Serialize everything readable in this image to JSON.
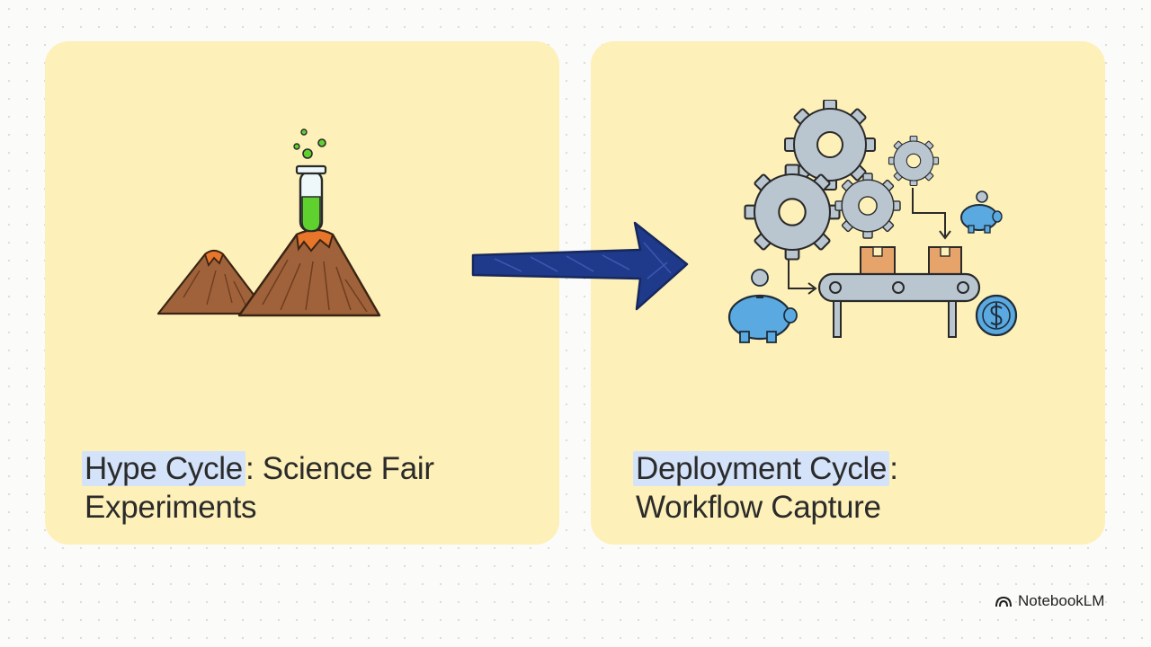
{
  "left_panel": {
    "highlight": "Hype Cycle",
    "rest": ": Science Fair",
    "line2": "Experiments"
  },
  "right_panel": {
    "highlight": "Deployment Cycle",
    "rest": ":",
    "line2": "Workflow Capture"
  },
  "icons": {
    "left": "volcano-test-tube-icon",
    "arrow": "arrow-right-icon",
    "right": "gears-conveyor-icon"
  },
  "colors": {
    "panel_bg": "#fdf0b8",
    "highlight_bg": "#d4e3fa",
    "arrow": "#1f3a8a",
    "gear": "#b9c6d0",
    "volcano": "#a0623a",
    "lava": "#e8762a",
    "liquid": "#5fd12e",
    "piggy": "#5aa9e0",
    "box": "#e7a46a"
  },
  "brand": {
    "name": "NotebookLM"
  }
}
